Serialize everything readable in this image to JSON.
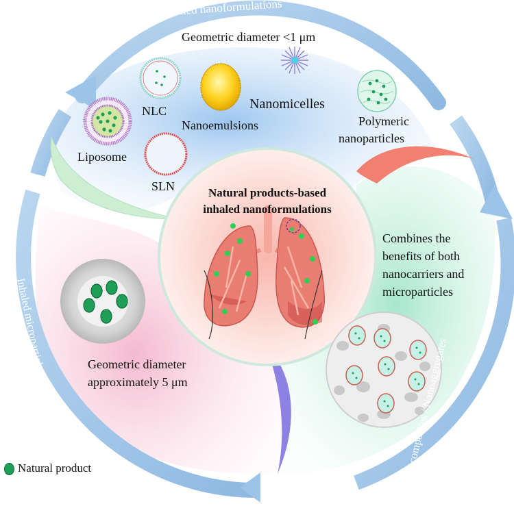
{
  "ring_labels": {
    "top": "Inhaled nanoformulations",
    "left": "Inhaled microparticles",
    "right": "Nanocomposites / Nanoaggregates"
  },
  "nano": {
    "diameter": "Geometric diameter <1 μm",
    "nlc": "NLC",
    "liposome": "Liposome",
    "sln": "SLN",
    "nanoemulsions": "Nanoemulsions",
    "nanomicelles": "Nanomicelles",
    "polymeric_line1": "Polymeric",
    "polymeric_line2": "nanoparticles"
  },
  "center": {
    "line1": "Natural products-based",
    "line2": "inhaled nanoformulations"
  },
  "micro": {
    "line1": "Geometric diameter",
    "line2": "approximately 5 μm"
  },
  "composite": {
    "line1": "Combines the",
    "line2": "benefits of both",
    "line3": "nanocarriers and",
    "line4": "microparticles"
  },
  "legend": {
    "label": "Natural product"
  },
  "colors": {
    "ring": "#a9cbe9",
    "natural_product": "#1f9e58",
    "lung": "#e8766c",
    "nano_bg": "#bcd8f4",
    "micro_bg": "#f6c9d8",
    "composite_bg": "#c9efdf"
  }
}
